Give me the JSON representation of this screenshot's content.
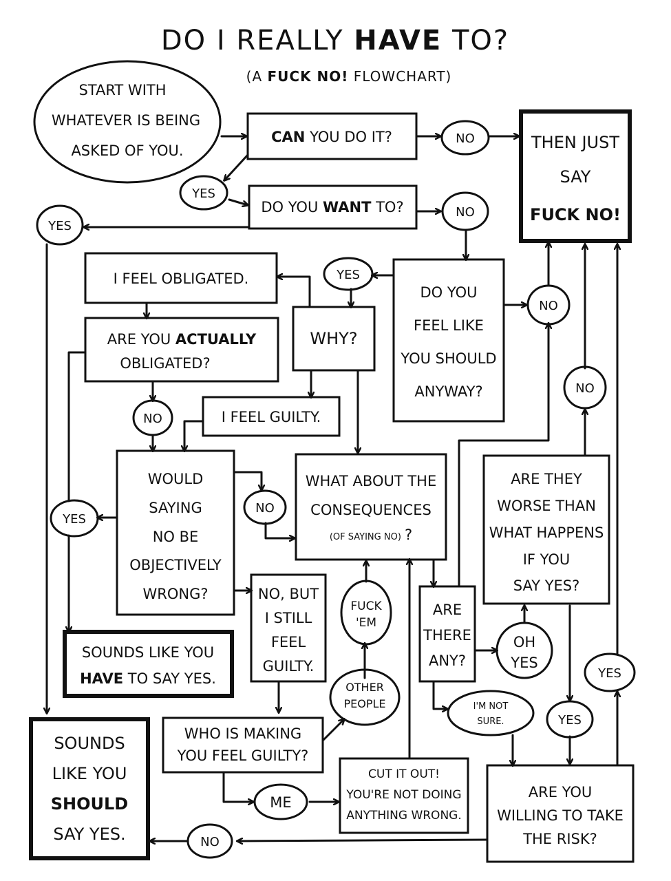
{
  "title": {
    "part1": "DO I REALLY",
    "bold": "HAVE",
    "part2": "TO?"
  },
  "subtitle": {
    "pre": "(A",
    "bold": "FUCK NO!",
    "post": "FLOWCHART)"
  },
  "nodes": {
    "start": [
      "START WITH",
      "WHATEVER IS BEING",
      "ASKED OF YOU."
    ],
    "can_do": {
      "bold": "CAN",
      "rest": "YOU DO IT?"
    },
    "want_to": {
      "pre": "DO YOU",
      "bold": "WANT",
      "post": "TO?"
    },
    "just_say": {
      "l1": "THEN JUST",
      "l2": "SAY",
      "bold": "FUCK NO!"
    },
    "obligated": "I FEEL OBLIGATED.",
    "actually": {
      "pre": "ARE YOU",
      "bold": "ACTUALLY",
      "l2": "OBLIGATED?"
    },
    "why": "WHY?",
    "feel_like": [
      "DO YOU",
      "FEEL LIKE",
      "YOU SHOULD",
      "ANYWAY?"
    ],
    "guilty": "I FEEL GUILTY.",
    "objectively": [
      "WOULD",
      "SAYING",
      "NO BE",
      "OBJECTIVELY",
      "WRONG?"
    ],
    "consequences": {
      "l1": "WHAT ABOUT THE",
      "l2": "CONSEQUENCES",
      "small": "(OF SAYING NO)",
      "q": "?"
    },
    "worse": [
      "ARE THEY",
      "WORSE THAN",
      "WHAT HAPPENS",
      "IF YOU",
      "SAY YES?"
    ],
    "have_to": {
      "l1": "SOUNDS LIKE YOU",
      "bold": "HAVE",
      "post": "TO SAY YES."
    },
    "still_guilty": [
      "NO, BUT",
      "I STILL",
      "FEEL",
      "GUILTY."
    ],
    "fuck_em": [
      "FUCK",
      "'EM"
    ],
    "are_there": [
      "ARE",
      "THERE",
      "ANY?"
    ],
    "oh_yes": [
      "OH",
      "YES"
    ],
    "other_people": [
      "OTHER",
      "PEOPLE"
    ],
    "not_sure": [
      "I'M NOT",
      "SURE."
    ],
    "who": [
      "WHO IS MAKING",
      "YOU FEEL GUILTY?"
    ],
    "should": {
      "l1": "SOUNDS",
      "l2": "LIKE YOU",
      "bold": "SHOULD",
      "l4": "SAY YES."
    },
    "me": "ME",
    "cut_it": [
      "CUT IT OUT!",
      "YOU'RE NOT DOING",
      "ANYTHING WRONG."
    ],
    "willing": [
      "ARE YOU",
      "WILLING TO TAKE",
      "THE RISK?"
    ]
  },
  "labels": {
    "yes": "YES",
    "no": "NO"
  }
}
